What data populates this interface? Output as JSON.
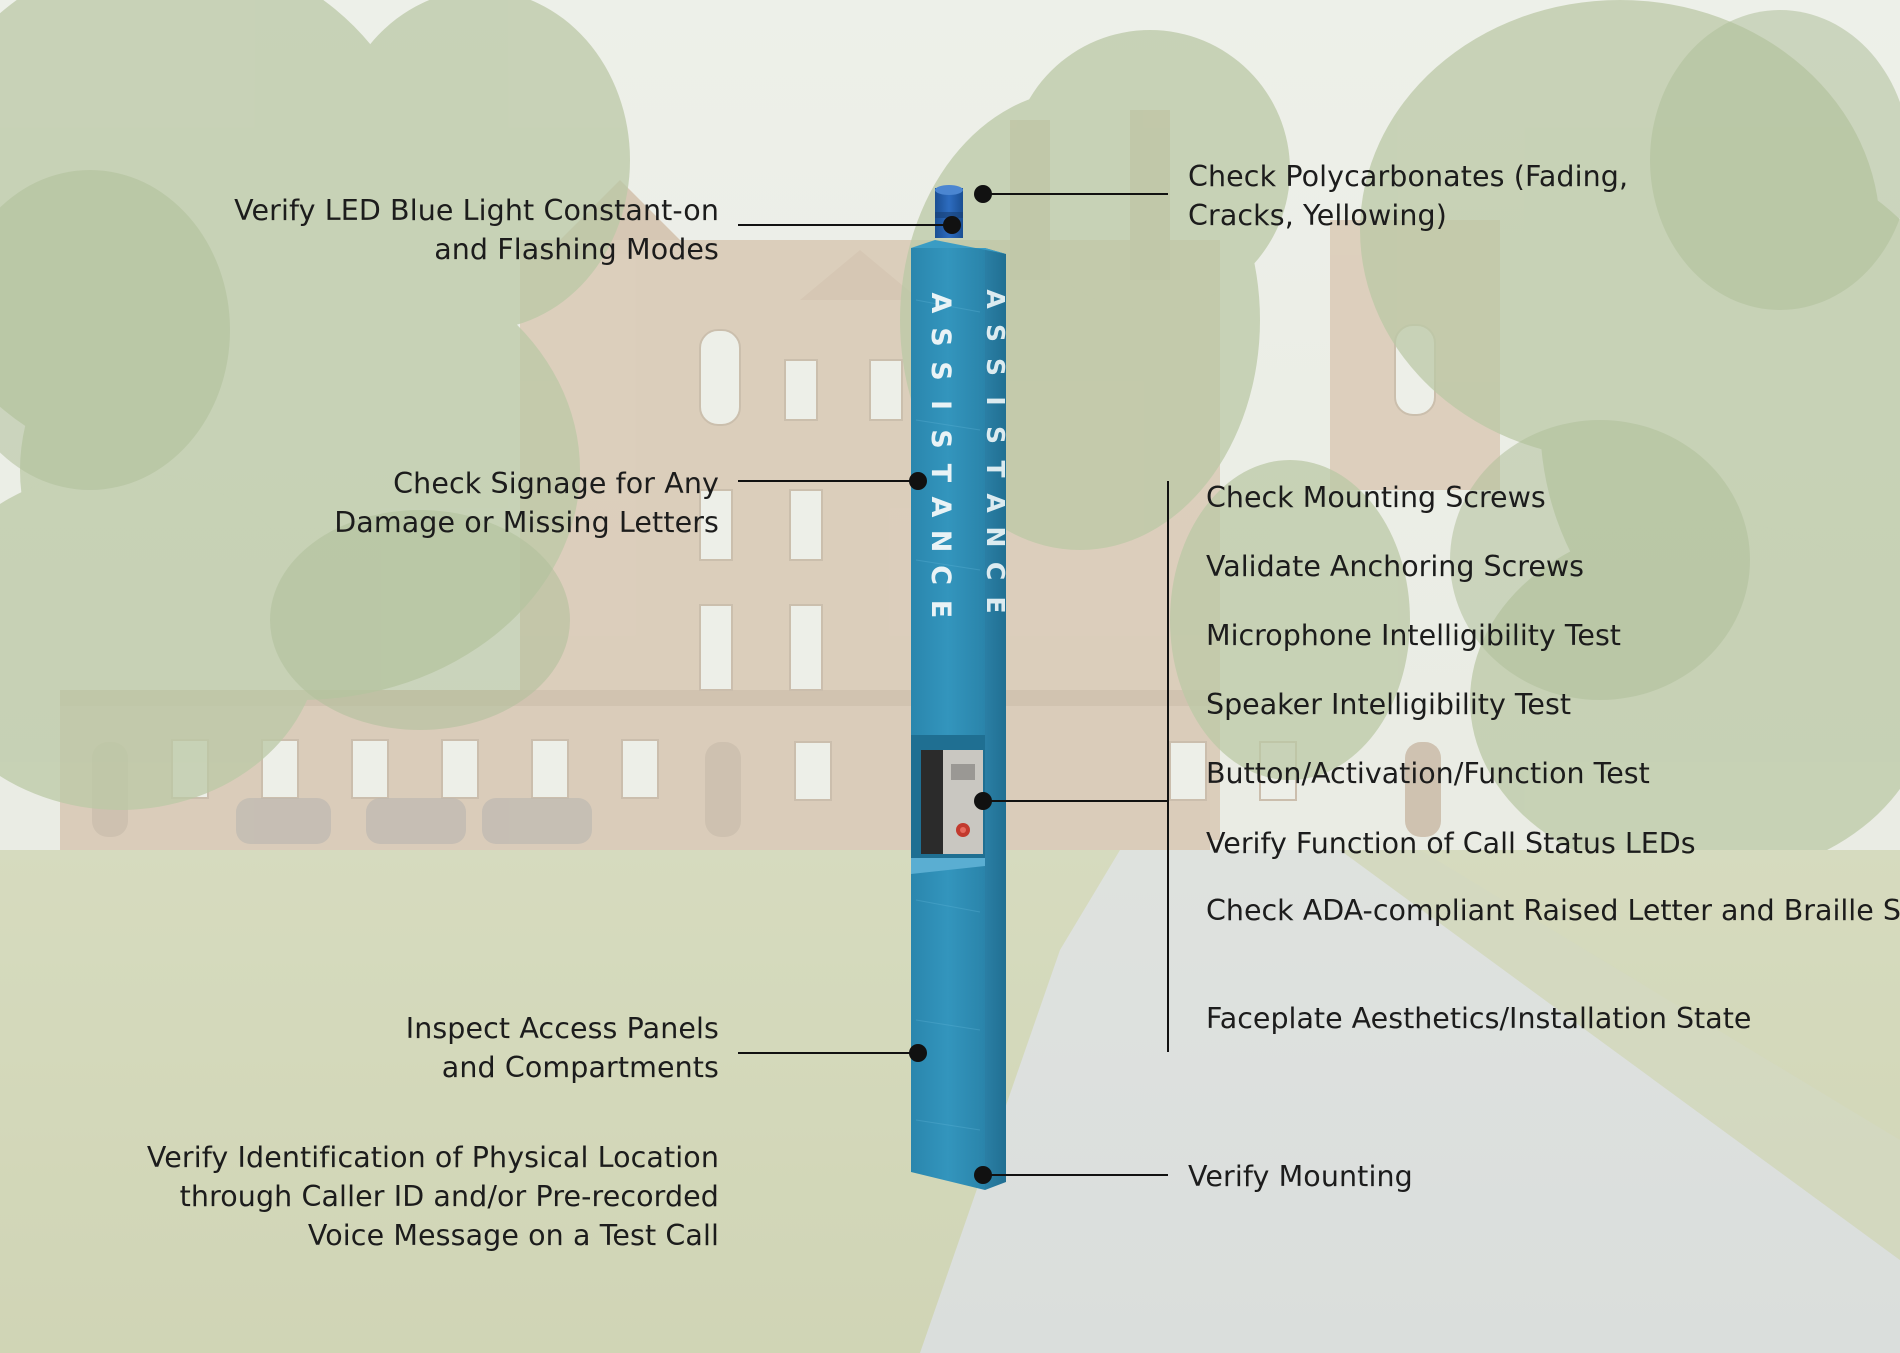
{
  "product": {
    "name": "assistance emergency call station",
    "signage_text": "ASSISTANCE",
    "color": "#2f8fb5"
  },
  "callouts_left": [
    {
      "id": "led",
      "lines": [
        "Verify LED Blue Light Constant-on",
        "and Flashing Modes"
      ]
    },
    {
      "id": "signage",
      "lines": [
        "Check Signage for Any",
        "Damage or Missing Letters"
      ]
    },
    {
      "id": "panels",
      "lines": [
        "Inspect Access Panels",
        "and Compartments"
      ]
    },
    {
      "id": "location",
      "lines": [
        "Verify Identification of Physical Location",
        "through Caller ID and/or Pre-recorded",
        "Voice Message on a Test Call"
      ]
    }
  ],
  "callouts_right": [
    {
      "id": "polycarbonates",
      "lines": [
        "Check Polycarbonates (Fading,",
        "Cracks, Yellowing)"
      ]
    },
    {
      "id": "mounting",
      "lines": [
        "Verify Mounting"
      ]
    }
  ],
  "faceplate_checklist": [
    {
      "lines": [
        "Check Mounting Screws"
      ]
    },
    {
      "lines": [
        "Validate Anchoring Screws"
      ]
    },
    {
      "lines": [
        "Microphone Intelligibility Test"
      ]
    },
    {
      "lines": [
        "Speaker Intelligibility Test"
      ]
    },
    {
      "lines": [
        "Button/Activation/Function Test"
      ]
    },
    {
      "lines": [
        "Verify Function of Call Status LEDs"
      ]
    },
    {
      "lines": [
        "Check ADA-compliant Raised Letter and",
        "Braille Signage for Any Damage"
      ]
    },
    {
      "lines": [
        "Faceplate Aesthetics/Installation State"
      ]
    }
  ],
  "colors": {
    "leader_line": "#111111",
    "text": "#1c1c1c",
    "beacon": "#1f5fa8"
  }
}
